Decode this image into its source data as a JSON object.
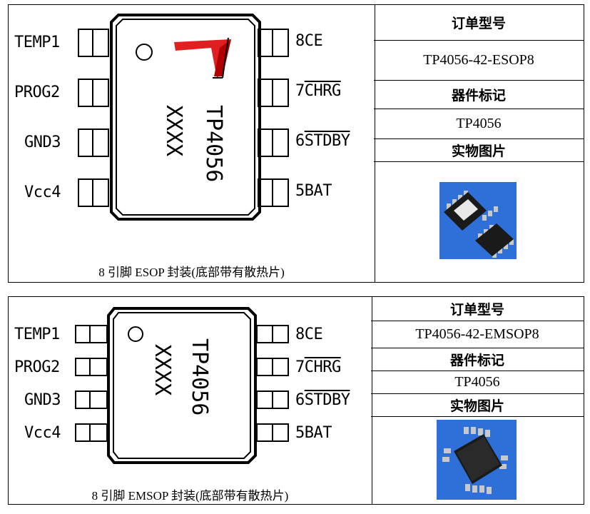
{
  "package1": {
    "pins_left": [
      "TEMP1",
      "PROG2",
      "GND3",
      "Vcc4"
    ],
    "pins_right": [
      {
        "num": "8",
        "name": "CE",
        "overline": false
      },
      {
        "num": "7",
        "name": "CHRG",
        "overline": true
      },
      {
        "num": "6",
        "name": "STDBY",
        "overline": true
      },
      {
        "num": "5",
        "name": "BAT",
        "overline": false
      }
    ],
    "marking_line1": "TP4056",
    "marking_line2": "XXXX",
    "caption": "8 引脚 ESOP 封装(底部带有散热片)",
    "order_header": "订单型号",
    "order_value": "TP4056-42-ESOP8",
    "marking_header": "器件标记",
    "marking_value": "TP4056",
    "photo_header": "实物图片"
  },
  "package2": {
    "pins_left": [
      "TEMP1",
      "PROG2",
      "GND3",
      "Vcc4"
    ],
    "pins_right": [
      {
        "num": "8",
        "name": "CE",
        "overline": false
      },
      {
        "num": "7",
        "name": "CHRG",
        "overline": true
      },
      {
        "num": "6",
        "name": "STDBY",
        "overline": true
      },
      {
        "num": "5",
        "name": "BAT",
        "overline": false
      }
    ],
    "marking_line1": "TP4056",
    "marking_line2": "XXXX",
    "caption": "8 引脚 EMSOP 封装(底部带有散热片)",
    "order_header": "订单型号",
    "order_value": "TP4056-42-EMSOP8",
    "marking_header": "器件标记",
    "marking_value": "TP4056",
    "photo_header": "实物图片"
  },
  "colors": {
    "logo_red": "#e02020",
    "photo_bg": "#2f6fd8",
    "chip_body": "#1a1a1a"
  }
}
